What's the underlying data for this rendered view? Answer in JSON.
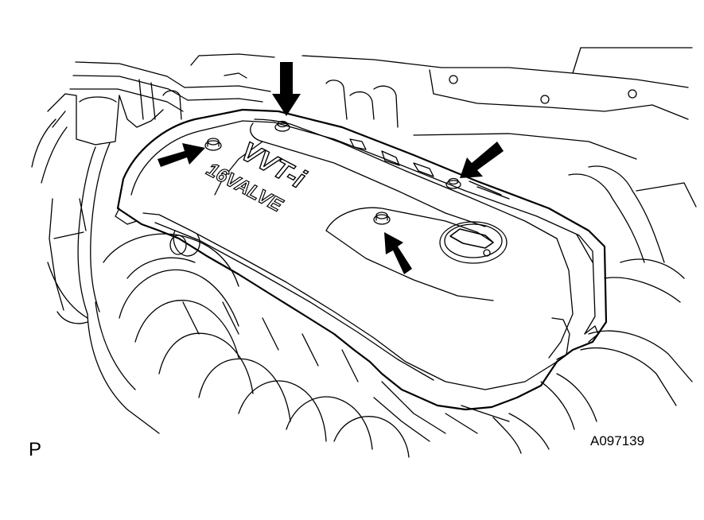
{
  "figure": {
    "corner_code": "P",
    "figure_number": "A097139",
    "cover_text_line1": "VVT-i",
    "cover_text_line2": "16VALVE"
  },
  "colors": {
    "line": "#000000",
    "background": "#ffffff"
  }
}
